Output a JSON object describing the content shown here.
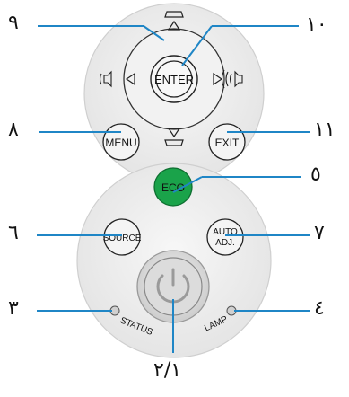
{
  "buttons": {
    "enter": "ENTER",
    "menu": "MENU",
    "exit": "EXIT",
    "eco": "ECO",
    "source": "SOURCE",
    "auto_adj_line1": "AUTO",
    "auto_adj_line2": "ADJ.",
    "status": "STATUS",
    "lamp": "LAMP"
  },
  "callouts": {
    "c9": "٩",
    "c10": "١٠",
    "c8": "٨",
    "c11": "١١",
    "c5": "٥",
    "c6": "٦",
    "c7": "٧",
    "c3": "٣",
    "c4": "٤",
    "c12": "٢/١"
  },
  "colors": {
    "leader_line": "#1f86c6",
    "eco_button": "#1aa34a",
    "panel": "#ececec",
    "button": "#f4f4f4"
  },
  "icons": [
    "keystone-up-icon",
    "up-arrow-icon",
    "down-arrow-icon",
    "keystone-down-icon",
    "left-arrow-icon",
    "right-arrow-icon",
    "volume-down-icon",
    "volume-up-icon",
    "power-icon",
    "status-indicator-icon",
    "lamp-indicator-icon"
  ]
}
